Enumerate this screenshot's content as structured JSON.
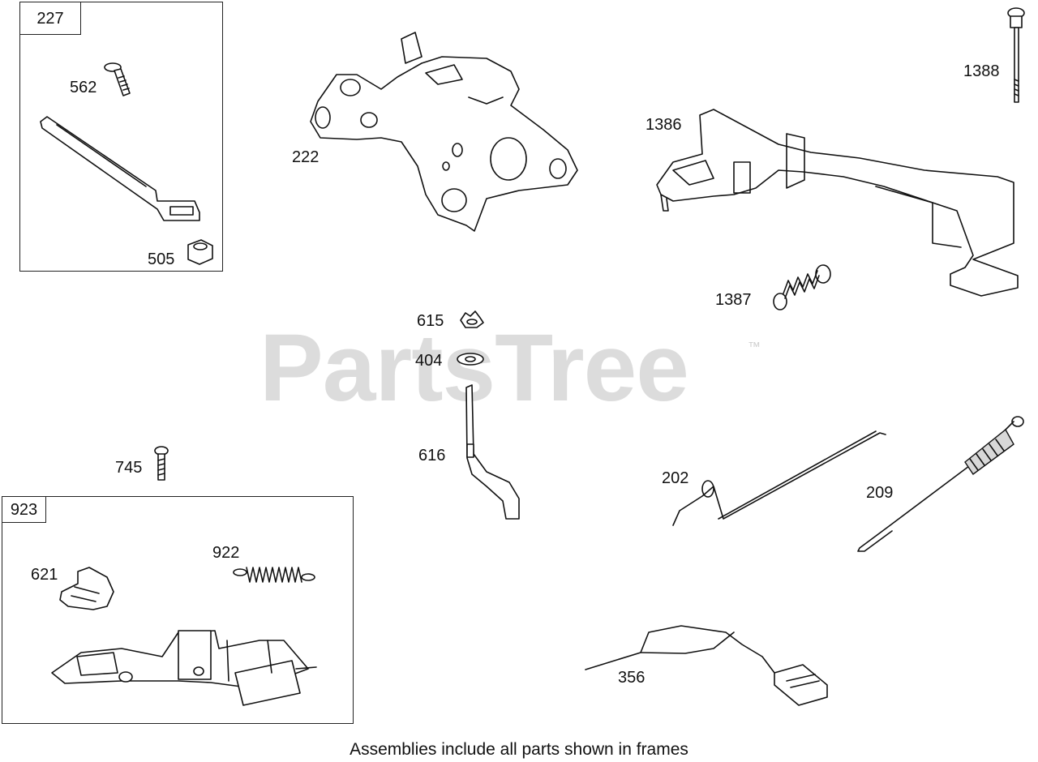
{
  "watermark": {
    "text": "PartsTree",
    "tm": "™"
  },
  "frames": {
    "f227": {
      "label": "227"
    },
    "f923": {
      "label": "923"
    }
  },
  "callouts": {
    "c562": "562",
    "c505": "505",
    "c222": "222",
    "c1388": "1388",
    "c1386": "1386",
    "c1387": "1387",
    "c615": "615",
    "c404": "404",
    "c616": "616",
    "c745": "745",
    "c621": "621",
    "c922": "922",
    "c202": "202",
    "c209": "209",
    "c356": "356"
  },
  "parts": {
    "p562": "bolt-icon",
    "p227": "governor-lever-icon",
    "p505": "nut-icon",
    "p222": "control-bracket-icon",
    "p1388": "long-bolt-icon",
    "p1386": "throttle-lever-icon",
    "p1387": "extension-spring-icon",
    "p615": "push-nut-icon",
    "p404": "washer-icon",
    "p616": "governor-crank-icon",
    "p745": "screw-icon",
    "p621": "clip-icon",
    "p922": "spring-icon",
    "p923": "control-plate-assembly-icon",
    "p202": "link-rod-icon",
    "p209": "governor-spring-icon",
    "p356": "ground-wire-icon"
  },
  "footnote": "Assemblies include all parts shown in frames"
}
